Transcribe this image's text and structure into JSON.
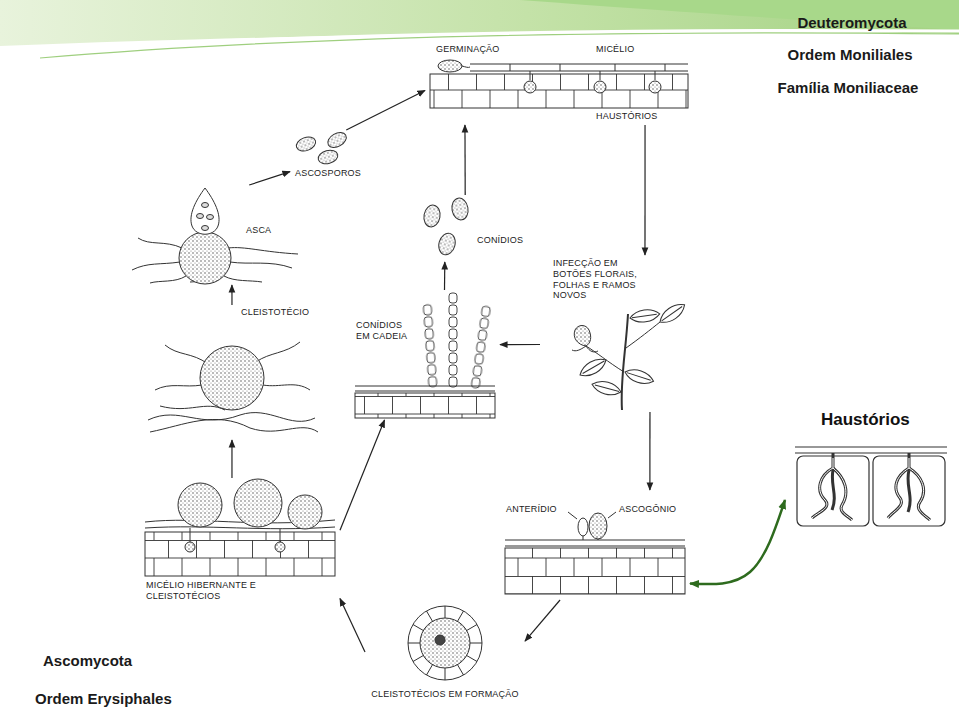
{
  "diagram": {
    "nodes": [
      {
        "text": [
          "GERMINAÇÃO",
          "MICÉLIO",
          "HAUSTÓRIOS"
        ]
      },
      {
        "text": [
          "ASCOSPOROS"
        ]
      },
      {
        "text": [
          "ASCA"
        ]
      },
      {
        "text": [
          "CONÍDIOS"
        ]
      },
      {
        "text": [
          "INFECÇÃO EM BOTÕES FLORAIS, FOLHAS E RAMOS NOVOS"
        ]
      },
      {
        "text": [
          "CONÍDIOS EM CADEIA"
        ]
      },
      {
        "text": [
          "CLEISTOTÉCIO"
        ]
      },
      {
        "text": [
          "Haustórios"
        ]
      },
      {
        "text": [
          "ANTERÍDIO",
          "ASCOGÔNIO"
        ]
      },
      {
        "text": [
          "MICÉLIO HIBERNANTE E CLEISTOTÉCIOS"
        ]
      },
      {
        "text": [
          "CLEISTOTÉCIOS EM FORMAÇÃO"
        ]
      }
    ],
    "edges": [
      {
        "from": 1,
        "to": 0,
        "arrow": "to"
      },
      {
        "from": 0,
        "to": 4,
        "arrow": "to"
      },
      {
        "from": 4,
        "to": 5,
        "arrow": "to"
      },
      {
        "from": 5,
        "to": 3,
        "arrow": "to"
      },
      {
        "from": 3,
        "to": 0,
        "arrow": "to"
      },
      {
        "from": 4,
        "to": 8,
        "arrow": "to"
      },
      {
        "from": 8,
        "to": 10,
        "arrow": "to"
      },
      {
        "from": 10,
        "to": 9,
        "arrow": "to"
      },
      {
        "from": 9,
        "to": 5,
        "arrow": "to"
      },
      {
        "from": 9,
        "to": 6,
        "arrow": "to"
      },
      {
        "from": 6,
        "to": 2,
        "arrow": "to"
      },
      {
        "from": 2,
        "to": 1,
        "arrow": "to"
      },
      {
        "from": 8,
        "to": 7,
        "arrow": "both"
      }
    ],
    "labels": [
      "Deuteromycota",
      "Ordem Moniliales",
      "Família Moniliaceae",
      "Ascomycota",
      "Ordem Erysiphales"
    ]
  }
}
